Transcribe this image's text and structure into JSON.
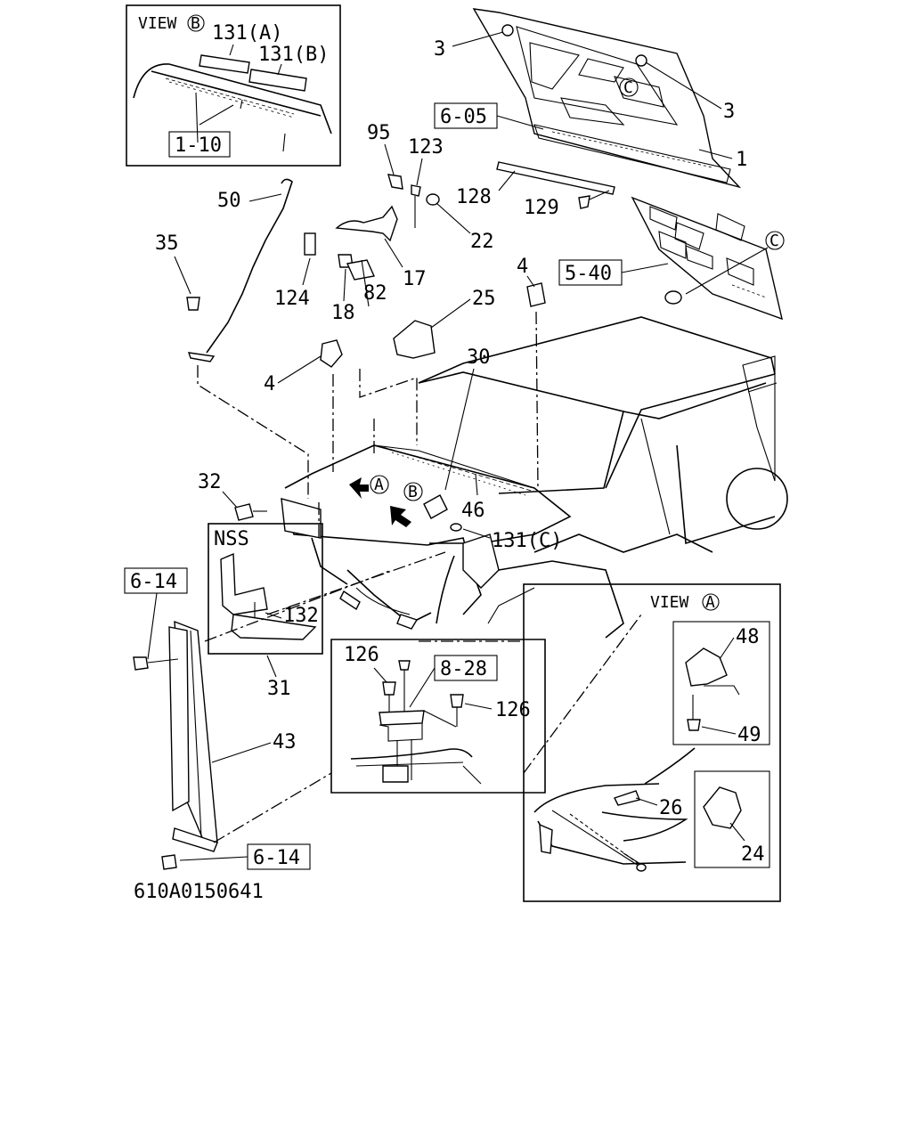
{
  "diagram_code": "610A0150641",
  "insets": {
    "view_b": {
      "title": "VIEW",
      "circle": "B",
      "labels": [
        "131(A)",
        "131(B)"
      ],
      "ref": "1-10"
    },
    "view_a": {
      "title": "VIEW",
      "circle": "A",
      "labels": [
        "48",
        "49",
        "26",
        "24"
      ]
    },
    "bolt_detail": {
      "labels": [
        "126",
        "126"
      ],
      "ref": "8-28"
    },
    "nss": {
      "title": "NSS",
      "labels": [
        "132",
        "31"
      ]
    }
  },
  "callouts": {
    "c3a": "3",
    "c3b": "3",
    "c1": "1",
    "c95": "95",
    "c123": "123",
    "c128": "128",
    "c22": "22",
    "c129": "129",
    "c50": "50",
    "c35": "35",
    "c124": "124",
    "c17": "17",
    "c18": "18",
    "c82": "82",
    "c25": "25",
    "c4a": "4",
    "c4b": "4",
    "c30": "30",
    "c32": "32",
    "c46": "46",
    "c131c": "131(C)",
    "c43": "43"
  },
  "markers": {
    "a": "A",
    "b": "B",
    "c": "C"
  },
  "refs": {
    "r605": "6-05",
    "r540": "5-40",
    "r614a": "6-14",
    "r614b": "6-14"
  }
}
